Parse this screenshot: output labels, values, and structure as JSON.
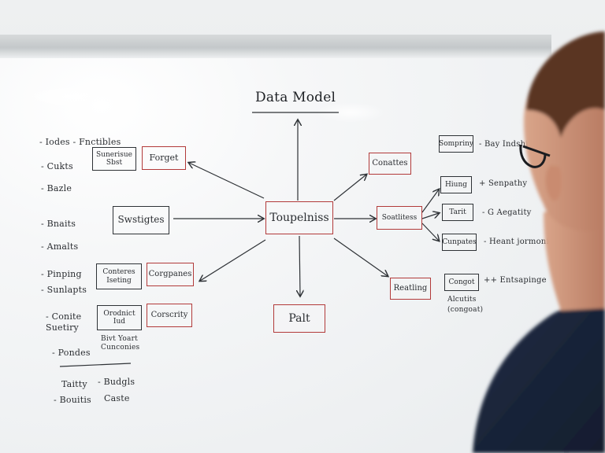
{
  "board": {
    "title": "Data Model",
    "center_box": "Toupelniss",
    "bottom_box": "Palt",
    "left_column": [
      "- Iodes  -   Fnctibles",
      "- Cukts",
      "- Bazle",
      "- Bnaits",
      "- Amalts",
      "- Pinping",
      "- Sunlapts",
      "- Conite\n  Suetiry",
      "- Pondes"
    ],
    "left_boxes": {
      "box_a": "Sunerisue\nSbst",
      "box_b": "Forget",
      "box_c": "Swstigtes",
      "box_d": "Conteres\nIseting",
      "box_e": "Corgpanes",
      "box_f": "Orodnict\nIud",
      "box_g": "Corscrity",
      "below_f": "Bivt  Yoart\nCunconies"
    },
    "bottom_notes": {
      "line1_a": "Taitty",
      "line1_b": "-  Budgls",
      "line2_a": "- Bouitis",
      "line2_b": "Caste"
    },
    "right_boxes": {
      "conattes": "Conattes",
      "soatlitess": "Soatlitess",
      "reatling": "Reatling",
      "sompriny": "Sompriny",
      "hiung": "Hiung",
      "tarit": "Tarit",
      "cunpates": "Cunpates",
      "congot": "Congot"
    },
    "right_notes": {
      "n1": "- Bay  Indshitg",
      "n2": "+ Senpathy",
      "n3": "- G  Aegatity",
      "n4": "- Heant  jormoniry",
      "n5": "++ Entsapinge",
      "n6": "Alcutits\n(congoat)"
    }
  }
}
